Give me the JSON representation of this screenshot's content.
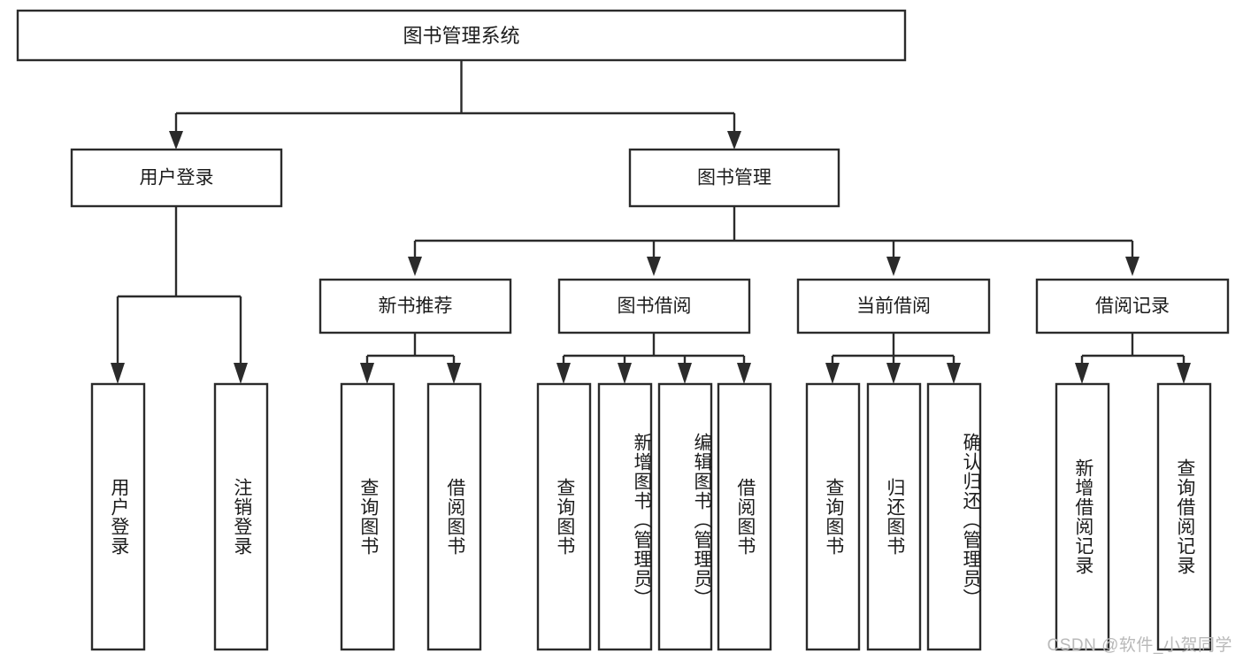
{
  "diagram": {
    "type": "tree-hierarchy",
    "title": "图书管理系统",
    "orientation": "top-down",
    "root": {
      "label": "图书管理系统",
      "level": 0
    },
    "level1": [
      {
        "label": "用户登录"
      },
      {
        "label": "图书管理"
      }
    ],
    "level2": [
      {
        "label": "新书推荐",
        "parent": "图书管理"
      },
      {
        "label": "图书借阅",
        "parent": "图书管理"
      },
      {
        "label": "当前借阅",
        "parent": "图书管理"
      },
      {
        "label": "借阅记录",
        "parent": "图书管理"
      }
    ],
    "leaves": {
      "用户登录": [
        {
          "label": "用户登录"
        },
        {
          "label": "注销登录"
        }
      ],
      "新书推荐": [
        {
          "label": "查询图书"
        },
        {
          "label": "借阅图书"
        }
      ],
      "图书借阅": [
        {
          "label": "查询图书"
        },
        {
          "label": "新增图书（管理员）"
        },
        {
          "label": "编辑图书（管理员）"
        },
        {
          "label": "借阅图书"
        }
      ],
      "当前借阅": [
        {
          "label": "查询图书"
        },
        {
          "label": "归还图书"
        },
        {
          "label": "确认归还（管理员）"
        }
      ],
      "借阅记录": [
        {
          "label": "新增借阅记录"
        },
        {
          "label": "查询借阅记录"
        }
      ]
    }
  },
  "watermark": {
    "text": "CSDN @软件_小贺同学"
  },
  "colors": {
    "box_stroke": "#2b2b2b",
    "box_fill": "#ffffff",
    "text": "#1c1c1c",
    "watermark": "#b9b9b9",
    "background": "#ffffff"
  }
}
